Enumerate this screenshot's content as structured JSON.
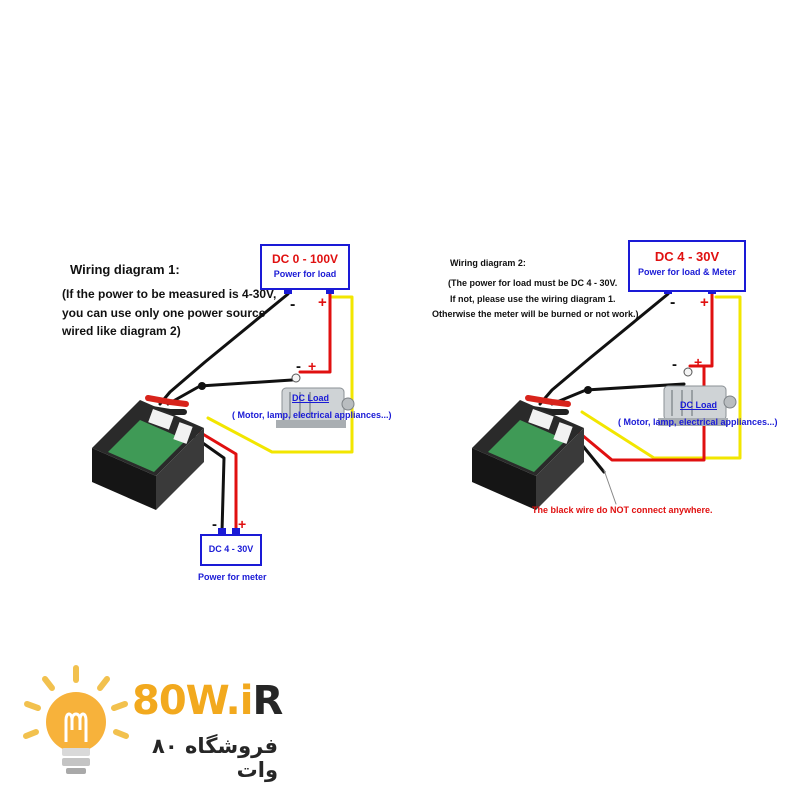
{
  "diagram1": {
    "title": "Wiring diagram 1:",
    "note_lines": [
      "(If the power to be measured is 4-30V,",
      "you can use only one power source",
      "wired like diagram 2)"
    ],
    "load_box": {
      "title": "DC 0 - 100V",
      "subtitle": "Power for load"
    },
    "meter_box": {
      "title": "DC 4 - 30V",
      "subtitle": "Power for meter"
    },
    "dc_load_label": "DC Load",
    "appliances_label": "( Motor, lamp, electrical appliances...)",
    "minus": "-",
    "plus": "+"
  },
  "diagram2": {
    "title": "Wiring diagram 2:",
    "note_lines": [
      "(The power for load must be DC 4 - 30V.",
      "If not, please use the wiring diagram 1.",
      "Otherwise the meter will be burned or not work.)"
    ],
    "load_box": {
      "title": "DC 4 - 30V",
      "subtitle": "Power for load & Meter"
    },
    "dc_load_label": "DC Load",
    "appliances_label": "( Motor, lamp, electrical appliances...)",
    "warning": "The black wire do NOT connect anywhere.",
    "minus": "-",
    "plus": "+"
  },
  "brand": {
    "name_main": "80W.i",
    "name_tail": "R",
    "tagline": "فروشگاه ۸۰ وات"
  },
  "colors": {
    "wire_red": "#e01010",
    "wire_black": "#111111",
    "wire_yellow": "#f2e600",
    "box_blue": "#1a1ad6",
    "brand_orange": "#f2a91e"
  },
  "icons": [
    "light-bulb-icon",
    "meter-module-icon",
    "motor-icon"
  ]
}
